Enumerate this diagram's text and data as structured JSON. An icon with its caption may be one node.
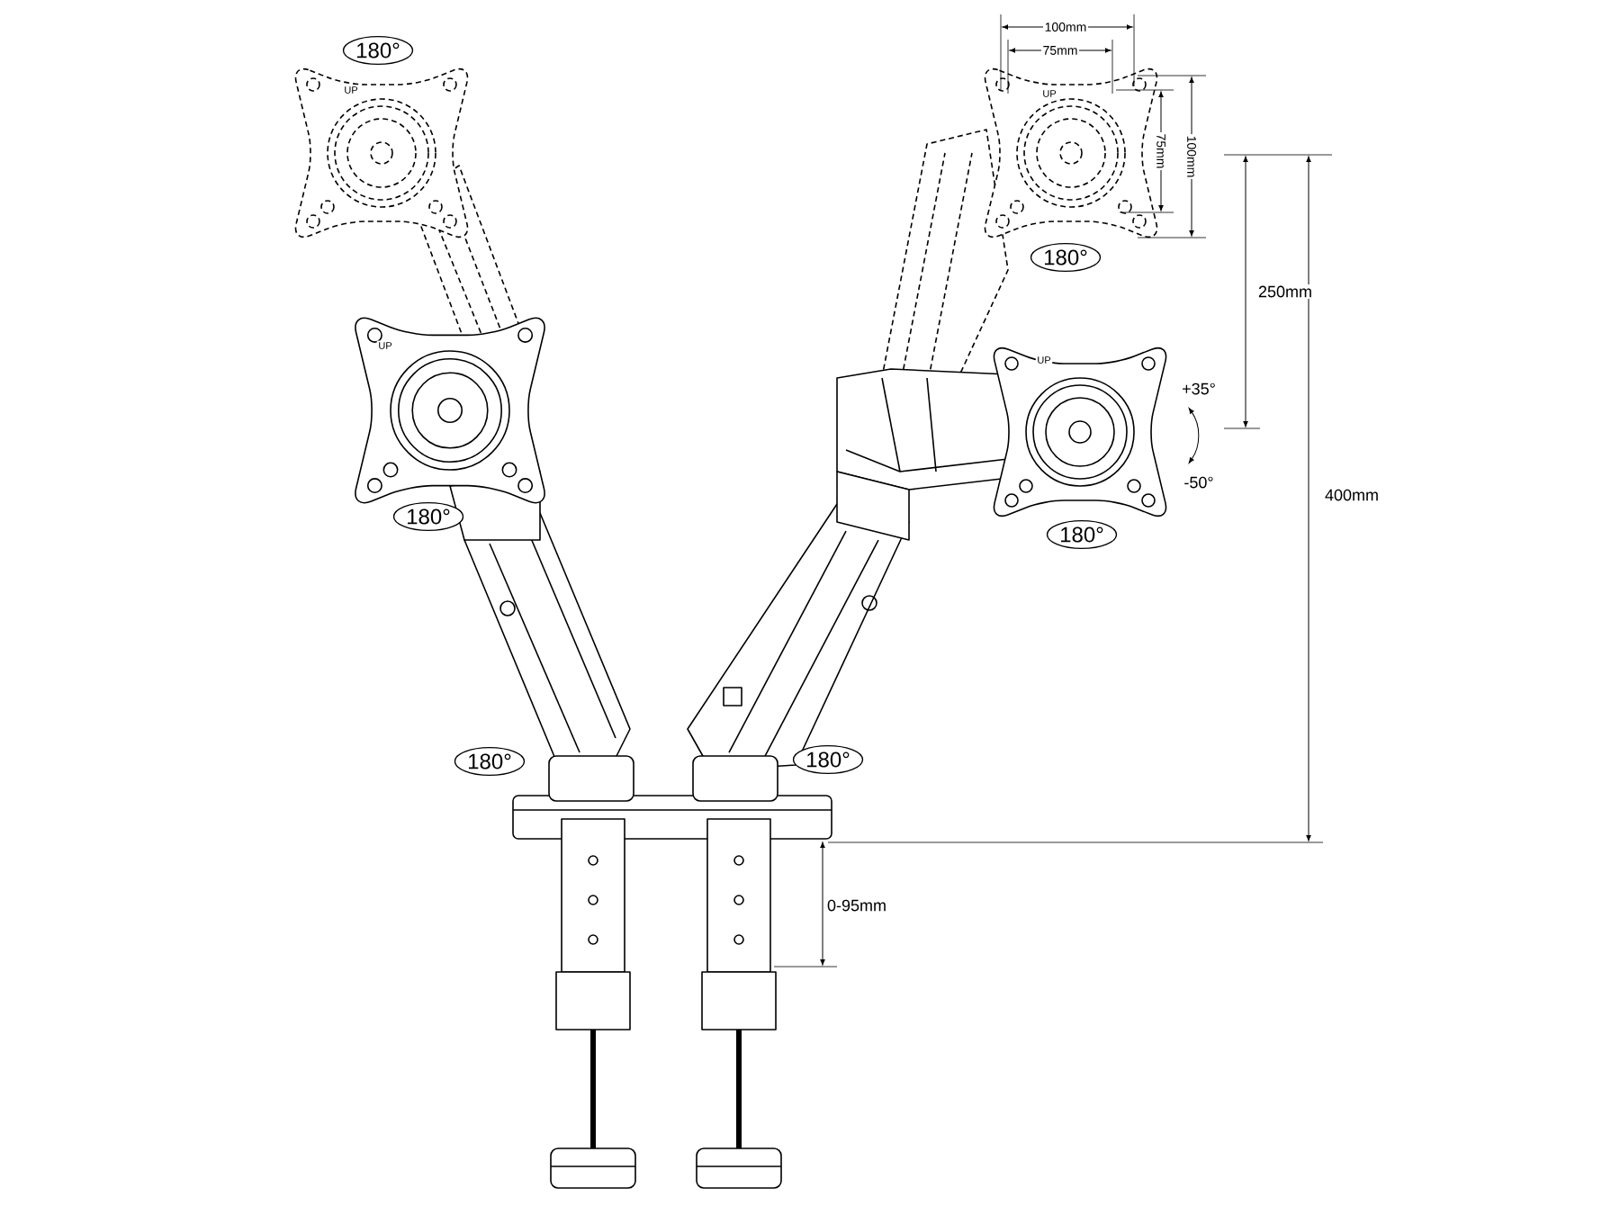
{
  "diagram": {
    "nodes": [
      {
        "text": [
          "180°"
        ]
      },
      {
        "text": [
          "180°"
        ]
      },
      {
        "text": [
          "180°"
        ]
      },
      {
        "text": [
          "180°"
        ]
      },
      {
        "text": [
          "180°"
        ]
      },
      {
        "text": [
          "180°"
        ]
      }
    ],
    "labels": [
      "100mm",
      "75mm",
      "UP",
      "UP",
      "75mm",
      "100mm",
      "250mm",
      "UP",
      "UP",
      "+35°",
      "-50°",
      "400mm",
      "0-95mm"
    ]
  }
}
